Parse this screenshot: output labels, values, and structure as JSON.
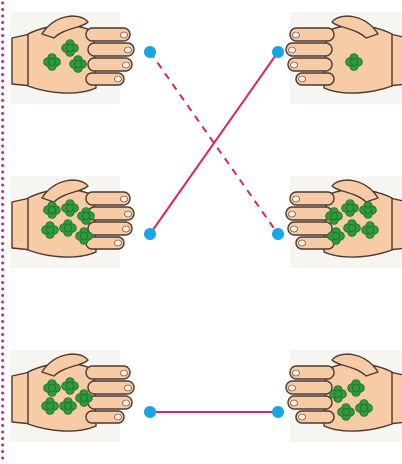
{
  "colors": {
    "border_dots": "#d6246e",
    "skin": "#f6cba6",
    "skin_stroke": "#4a3a33",
    "nail": "#ffe9d8",
    "leaf": "#2f9a3a",
    "leaf_dark": "#1f6f2a",
    "tile_bg": "#f7f5f1",
    "connector_dot": "#1aa6e6",
    "connector_line": "#d6246e"
  },
  "left_hands": [
    {
      "id": "L1",
      "leaf_count": 3
    },
    {
      "id": "L2",
      "leaf_count": 6
    },
    {
      "id": "L3",
      "leaf_count": 5
    }
  ],
  "right_hands": [
    {
      "id": "R1",
      "leaf_count": 1
    },
    {
      "id": "R2",
      "leaf_count": 6
    },
    {
      "id": "R3",
      "leaf_count": 4
    }
  ],
  "connections": [
    {
      "from": "L1",
      "to": "R2",
      "style": "dashed"
    },
    {
      "from": "L2",
      "to": "R1",
      "style": "solid"
    },
    {
      "from": "L3",
      "to": "R3",
      "style": "solid"
    }
  ]
}
